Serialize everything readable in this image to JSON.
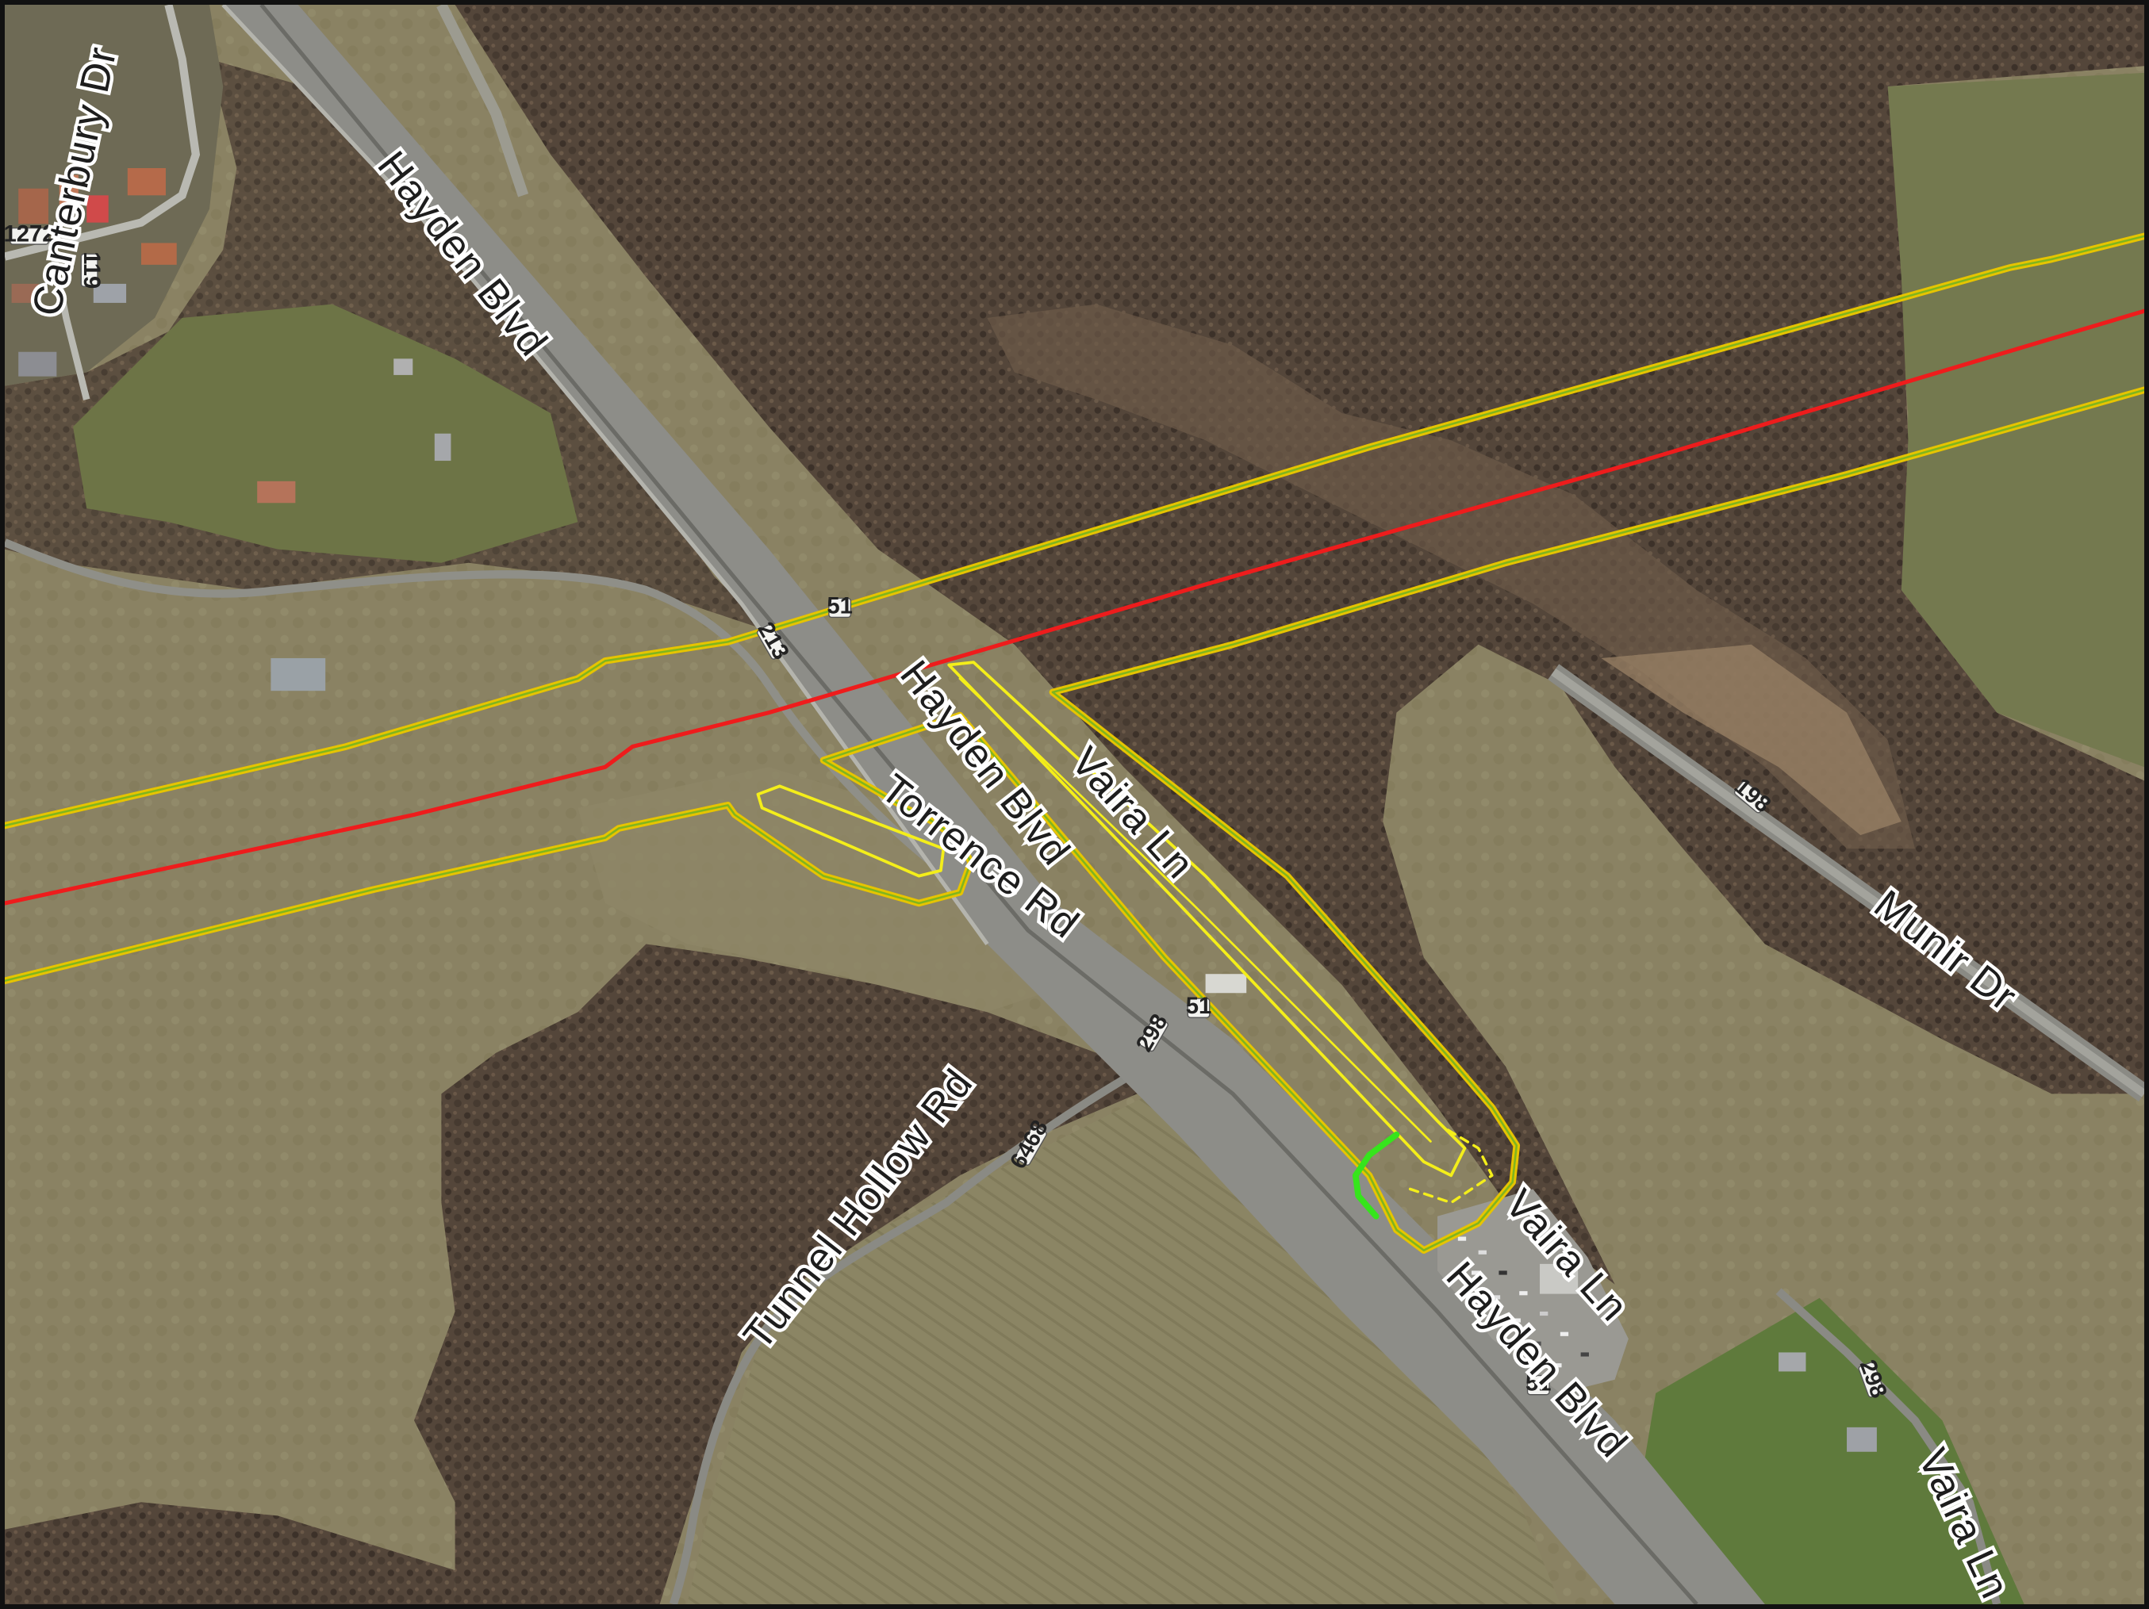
{
  "map": {
    "roads": [
      {
        "id": "hayden-blvd-north",
        "label": "Hayden Blvd"
      },
      {
        "id": "hayden-blvd-mid",
        "label": "Hayden Blvd"
      },
      {
        "id": "hayden-blvd-south",
        "label": "Hayden Blvd"
      },
      {
        "id": "vaira-ln-north",
        "label": "Vaira Ln"
      },
      {
        "id": "vaira-ln-mid",
        "label": "Vaira Ln"
      },
      {
        "id": "vaira-ln-south",
        "label": "Vaira Ln"
      },
      {
        "id": "torrence-rd",
        "label": "Torrence Rd"
      },
      {
        "id": "tunnel-hollow-rd",
        "label": "Tunnel Hollow Rd"
      },
      {
        "id": "munir-dr",
        "label": "Munir Dr"
      },
      {
        "id": "canterbury-dr",
        "label": "Canterbury Dr"
      }
    ],
    "shields": [
      {
        "id": "route-51-a",
        "label": "51"
      },
      {
        "id": "route-51-b",
        "label": "51"
      },
      {
        "id": "route-51-c",
        "label": "51"
      },
      {
        "id": "route-51-d",
        "label": "51"
      },
      {
        "id": "route-213",
        "label": "213"
      },
      {
        "id": "route-298-a",
        "label": "298"
      },
      {
        "id": "route-298-b",
        "label": "298"
      },
      {
        "id": "route-198",
        "label": "198"
      },
      {
        "id": "route-6468",
        "label": "6468"
      },
      {
        "id": "route-119",
        "label": "119"
      },
      {
        "id": "route-1272",
        "label": "1272"
      }
    ],
    "colors": {
      "corridor_outline": "#e6c400",
      "corridor_inner": "#7fb51f",
      "centerline": "#ee1c1c",
      "access_road": "#f4ee1a",
      "new_segment": "#36e51c",
      "frame": "#111111"
    }
  }
}
